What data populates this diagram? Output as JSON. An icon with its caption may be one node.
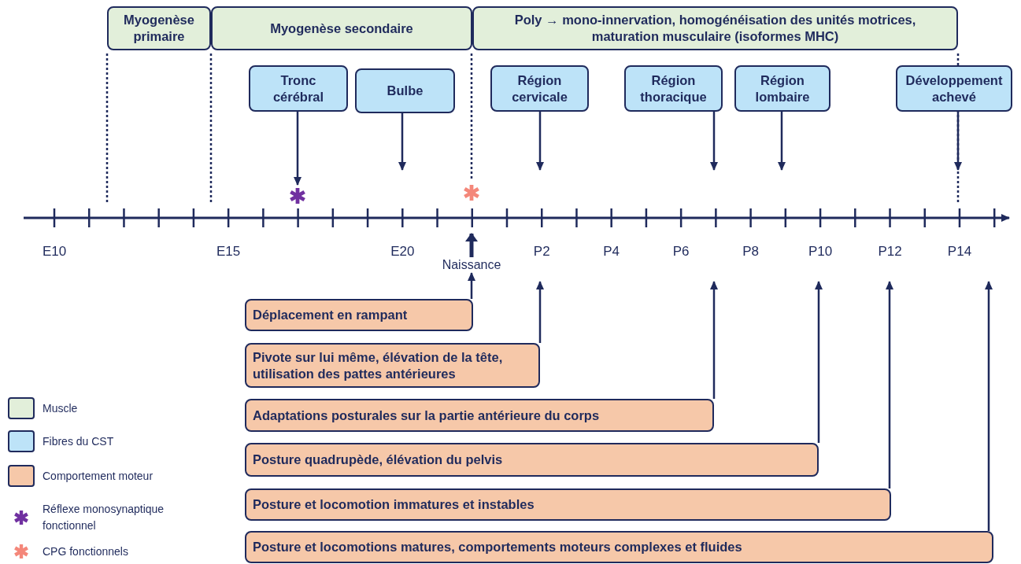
{
  "diagram": {
    "nodes": [
      {
        "text": [
          "Myogenèse primaire"
        ]
      },
      {
        "text": [
          "Myogenèse secondaire"
        ]
      },
      {
        "text": [
          "Poly → mono-innervation, homogénéisation des unités motrices, maturation musculaire (isoformes MHC)"
        ]
      },
      {
        "text": [
          "Tronc cérébral"
        ]
      },
      {
        "text": [
          "Bulbe"
        ]
      },
      {
        "text": [
          "Région cervicale"
        ]
      },
      {
        "text": [
          "Région thoracique"
        ]
      },
      {
        "text": [
          "Région lombaire"
        ]
      },
      {
        "text": [
          "Développement achevé"
        ]
      },
      {
        "text": [
          "Naissance"
        ]
      },
      {
        "text": [
          "Déplacement en rampant"
        ]
      },
      {
        "text": [
          "Pivote sur lui même, élévation de la tête, utilisation des pattes antérieures"
        ]
      },
      {
        "text": [
          "Adaptations posturales sur la partie antérieure du corps"
        ]
      },
      {
        "text": [
          "Posture quadrupède, élévation du pelvis"
        ]
      },
      {
        "text": [
          "Posture et locomotion immatures et instables"
        ]
      },
      {
        "text": [
          "Posture et locomotions matures, comportements moteurs complexes et fluides"
        ]
      },
      {
        "text": [],
        "shape": "asterisk"
      }
    ],
    "edges": [
      {
        "from": 3,
        "to": 16,
        "arrow": "to"
      },
      {
        "from": 4,
        "to": null,
        "arrow": "to"
      },
      {
        "from": 5,
        "to": null,
        "arrow": "to"
      },
      {
        "from": 6,
        "to": null,
        "arrow": "to"
      },
      {
        "from": 7,
        "to": null,
        "arrow": "to"
      },
      {
        "from": 8,
        "to": null,
        "arrow": "to"
      },
      {
        "from": 9,
        "to": null,
        "arrow": "to",
        "style": "thick"
      },
      {
        "from": 10,
        "to": 9,
        "arrow": "to"
      },
      {
        "from": 11,
        "to": null,
        "arrow": "to"
      },
      {
        "from": 12,
        "to": null,
        "arrow": "to"
      },
      {
        "from": 13,
        "to": null,
        "arrow": "to"
      },
      {
        "from": 14,
        "to": null,
        "arrow": "to"
      },
      {
        "from": 15,
        "to": null,
        "arrow": "to"
      }
    ],
    "labels": [
      "E10",
      "E15",
      "E20",
      "P2",
      "P4",
      "P6",
      "P8",
      "P10",
      "P12",
      "P14"
    ],
    "legend": [
      {
        "text": "Muscle",
        "color": "#e2efda"
      },
      {
        "text": "Fibres du CST",
        "color": "#bde3f8"
      },
      {
        "text": "Comportement moteur",
        "color": "#f6c8a9"
      },
      {
        "text": "Réflexe monosynaptique fonctionnel"
      },
      {
        "text": "CPG fonctionnels"
      }
    ]
  }
}
